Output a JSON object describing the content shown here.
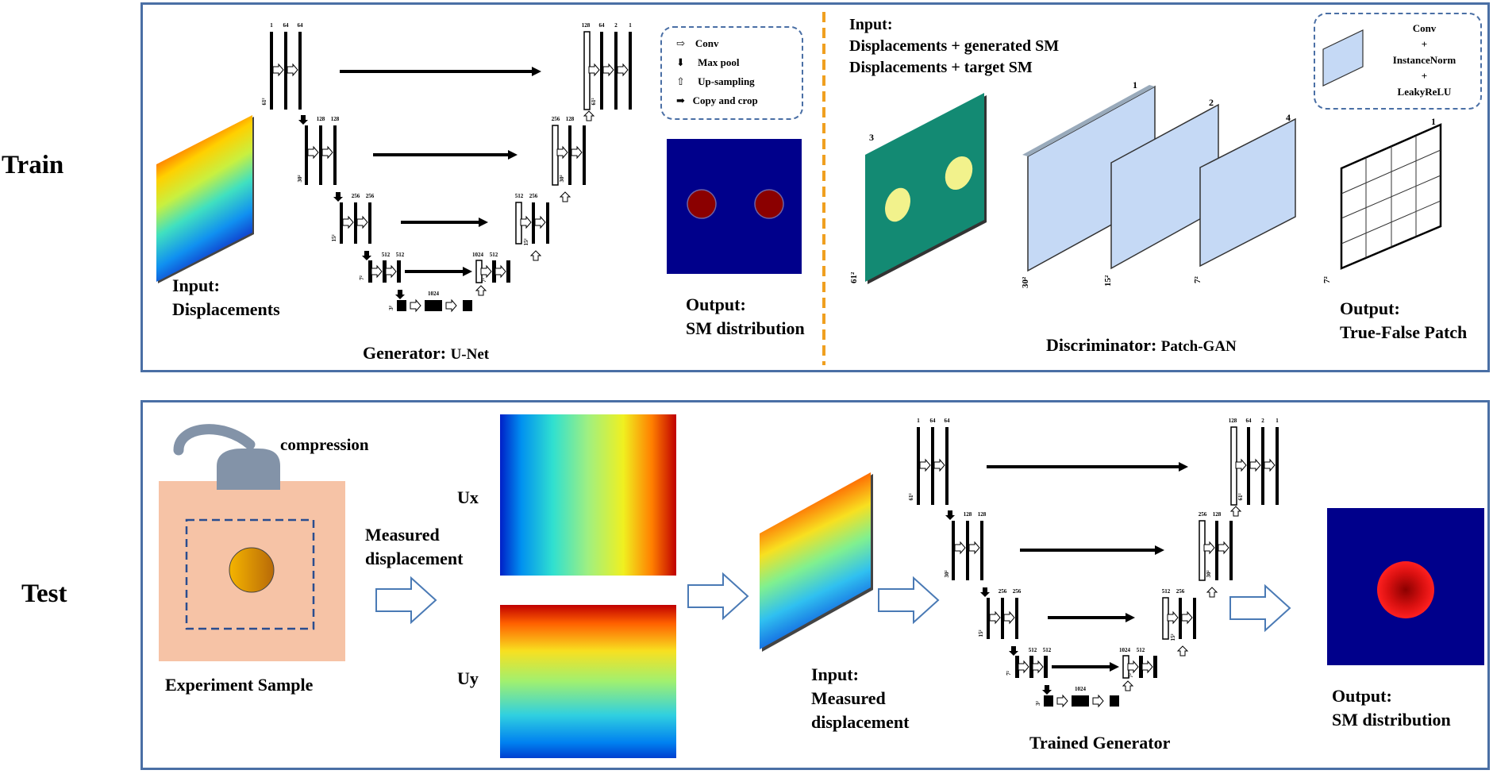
{
  "train": {
    "row_label": "Train",
    "input_label_1": "Input:",
    "input_label_2": "Displacements",
    "generator_label": "Generator:",
    "generator_type": "U-Net",
    "output_label_1": "Output:",
    "output_label_2": "SM distribution",
    "legend": {
      "conv": "Conv",
      "max_pool": "Max pool",
      "up_sampling": "Up-sampling",
      "copy_crop": "Copy and crop"
    },
    "disc_input_1": "Input:",
    "disc_input_2": "Displacements + generated SM",
    "disc_input_3": "Displacements + target SM",
    "disc_legend": [
      "Conv",
      "+",
      "InstanceNorm",
      "+",
      "LeakyReLU"
    ],
    "disc_channels": [
      "3",
      "1",
      "2",
      "4",
      "1"
    ],
    "disc_sizes": [
      "61²",
      "30²",
      "15²",
      "7²",
      "7²"
    ],
    "discriminator_label": "Discriminator:",
    "discriminator_type": "Patch-GAN",
    "disc_output_1": "Output:",
    "disc_output_2": "True-False Patch"
  },
  "test": {
    "row_label": "Test",
    "compression": "compression",
    "sample_label": "Experiment Sample",
    "measured_1": "Measured",
    "measured_2": "displacement",
    "ux": "Ux",
    "uy": "Uy",
    "input_1": "Input:",
    "input_2": "Measured",
    "input_3": "displacement",
    "trained_generator": "Trained Generator",
    "output_1": "Output:",
    "output_2": "SM distribution"
  },
  "unet": {
    "l1_in": [
      "1",
      "64",
      "64"
    ],
    "l1_out": [
      "128",
      "64",
      "2",
      "1"
    ],
    "l2_in": [
      "128",
      "128"
    ],
    "l2_out": [
      "256",
      "128"
    ],
    "l3_in": [
      "256",
      "256"
    ],
    "l3_out": [
      "512",
      "256"
    ],
    "l4_in": [
      "512",
      "512"
    ],
    "l4_out": [
      "1024",
      "512"
    ],
    "bottom": "1024",
    "sizes": [
      "61²",
      "30²",
      "15²",
      "7²",
      "3²"
    ]
  },
  "colors": {
    "panel_border": "#4a6fa5",
    "divider": "#f0a020",
    "sm_background": "#00008b",
    "inclusion": "#8b0000",
    "disc_input": "#138a73",
    "disc_feature": "#c5d9f5",
    "skin": "#f6c3a6",
    "probe": "#8393a8"
  }
}
